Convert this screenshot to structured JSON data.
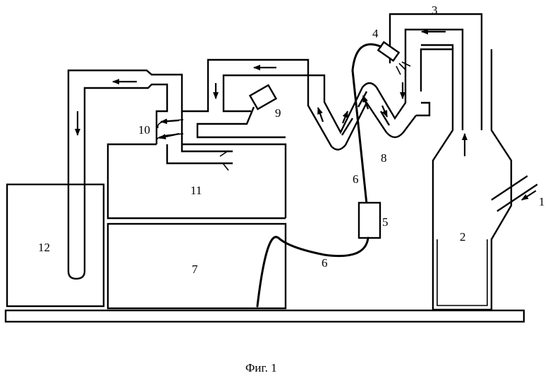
{
  "caption": "Фиг. 1",
  "labels": {
    "l1": "1",
    "l2": "2",
    "l3": "3",
    "l4": "4",
    "l5": "5",
    "l6a": "6",
    "l6b": "6",
    "l7": "7",
    "l8": "8",
    "l9": "9",
    "l10": "10",
    "l11": "11",
    "l12": "12"
  }
}
